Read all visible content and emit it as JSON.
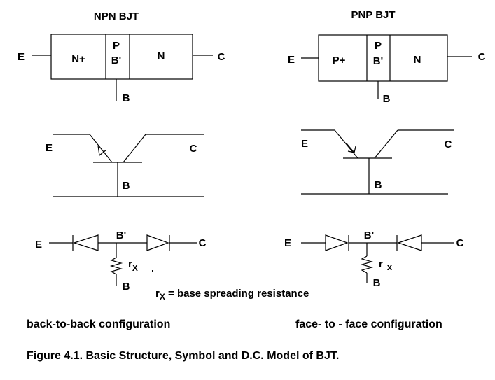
{
  "npn": {
    "title": "NPN BJT",
    "region_left": "N+",
    "region_mid_top": "P",
    "region_mid_bottom": "B'",
    "region_right": "N",
    "emitter": "E",
    "collector": "C",
    "base": "B"
  },
  "pnp": {
    "title": "PNP BJT",
    "region_left": "P+",
    "region_mid_top": "P",
    "region_mid_bottom": "B'",
    "region_right": "N",
    "emitter": "E",
    "collector": "C",
    "base": "B"
  },
  "npn_symbol": {
    "emitter": "E",
    "collector": "C",
    "base": "B"
  },
  "pnp_symbol": {
    "emitter": "E",
    "collector": "C",
    "base": "B"
  },
  "npn_model": {
    "emitter": "E",
    "collector": "C",
    "internal_base": "B'",
    "base": "B",
    "resistor_r": "r",
    "resistor_sub": "X"
  },
  "pnp_model": {
    "emitter": "E",
    "collector": "C",
    "internal_base": "B'",
    "base": "B",
    "resistor_r": "r",
    "resistor_sub": "x"
  },
  "legend": {
    "r": "r",
    "sub": "X",
    "text": " = base spreading resistance"
  },
  "npn_config": "back-to-back configuration",
  "pnp_config": "face- to - face configuration",
  "caption": "Figure 4.1. Basic Structure, Symbol and D.C. Model of BJT."
}
